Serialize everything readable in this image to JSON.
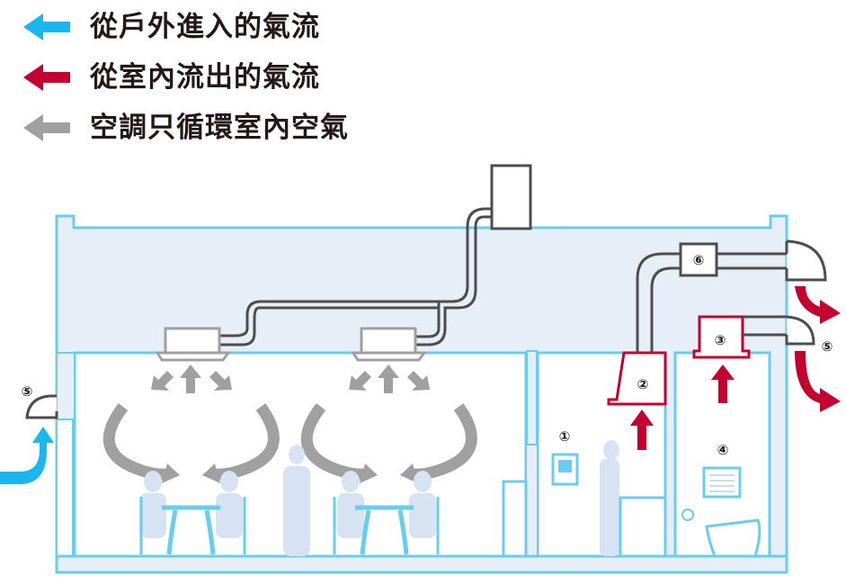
{
  "legend": {
    "items": [
      {
        "label": "從戶外進入的氣流",
        "color": "#1bb6ee",
        "meaning": "outdoor-intake-airflow"
      },
      {
        "label": "從室內流出的氣流",
        "color": "#c4002f",
        "meaning": "indoor-exhaust-airflow"
      },
      {
        "label": "空調只循環室內空氣",
        "color": "#a0a0a0",
        "meaning": "recirculated-indoor-airflow"
      }
    ]
  },
  "colors": {
    "wall": "#68cdf0",
    "ceiling_fill": "#e6eef8",
    "duct": "#4d4d4d",
    "ac_unit": "#a0a0a0",
    "intake_arrow": "#1bb6ee",
    "exhaust_arrow": "#c4002f",
    "recirculation_arrow": "#a0a0a0",
    "silhouette": "#d7e2f2"
  },
  "markers": {
    "m1": "①",
    "m2": "②",
    "m3": "③",
    "m4": "④",
    "m5_left": "⑤",
    "m5_right": "⑤",
    "m6": "⑥"
  }
}
